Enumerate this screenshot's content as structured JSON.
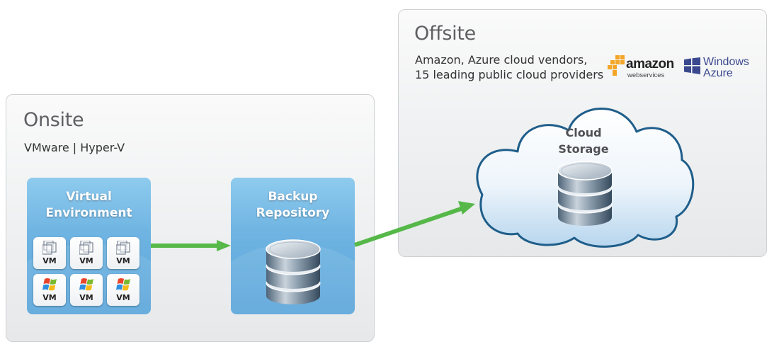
{
  "onsite": {
    "title": "Onsite",
    "subtitle": "VMware | Hyper-V",
    "virtual_environment": {
      "title_line1": "Virtual",
      "title_line2": "Environment",
      "vms": [
        {
          "label": "VM",
          "icon": "vmware-icon"
        },
        {
          "label": "VM",
          "icon": "vmware-icon"
        },
        {
          "label": "VM",
          "icon": "vmware-icon"
        },
        {
          "label": "VM",
          "icon": "windows-icon"
        },
        {
          "label": "VM",
          "icon": "windows-icon"
        },
        {
          "label": "VM",
          "icon": "windows-icon"
        }
      ]
    },
    "backup_repository": {
      "title_line1": "Backup",
      "title_line2": "Repository",
      "icon": "database-icon"
    }
  },
  "offsite": {
    "title": "Offsite",
    "subtitle_line1": "Amazon, Azure cloud vendors,",
    "subtitle_line2": "15 leading public cloud providers",
    "logos": {
      "amazon_word": "amazon",
      "amazon_sub": "webservices",
      "azure_line1": "Windows",
      "azure_line2": "Azure"
    },
    "cloud_storage": {
      "title_line1": "Cloud",
      "title_line2": "Storage",
      "icon": "database-icon"
    }
  },
  "colors": {
    "arrow": "#55b848",
    "box_blue": "#6fb4e2",
    "cloud_outline": "#1f5e8a",
    "azure_blue": "#3b4a8e",
    "amazon_orange": "#f3a526"
  }
}
